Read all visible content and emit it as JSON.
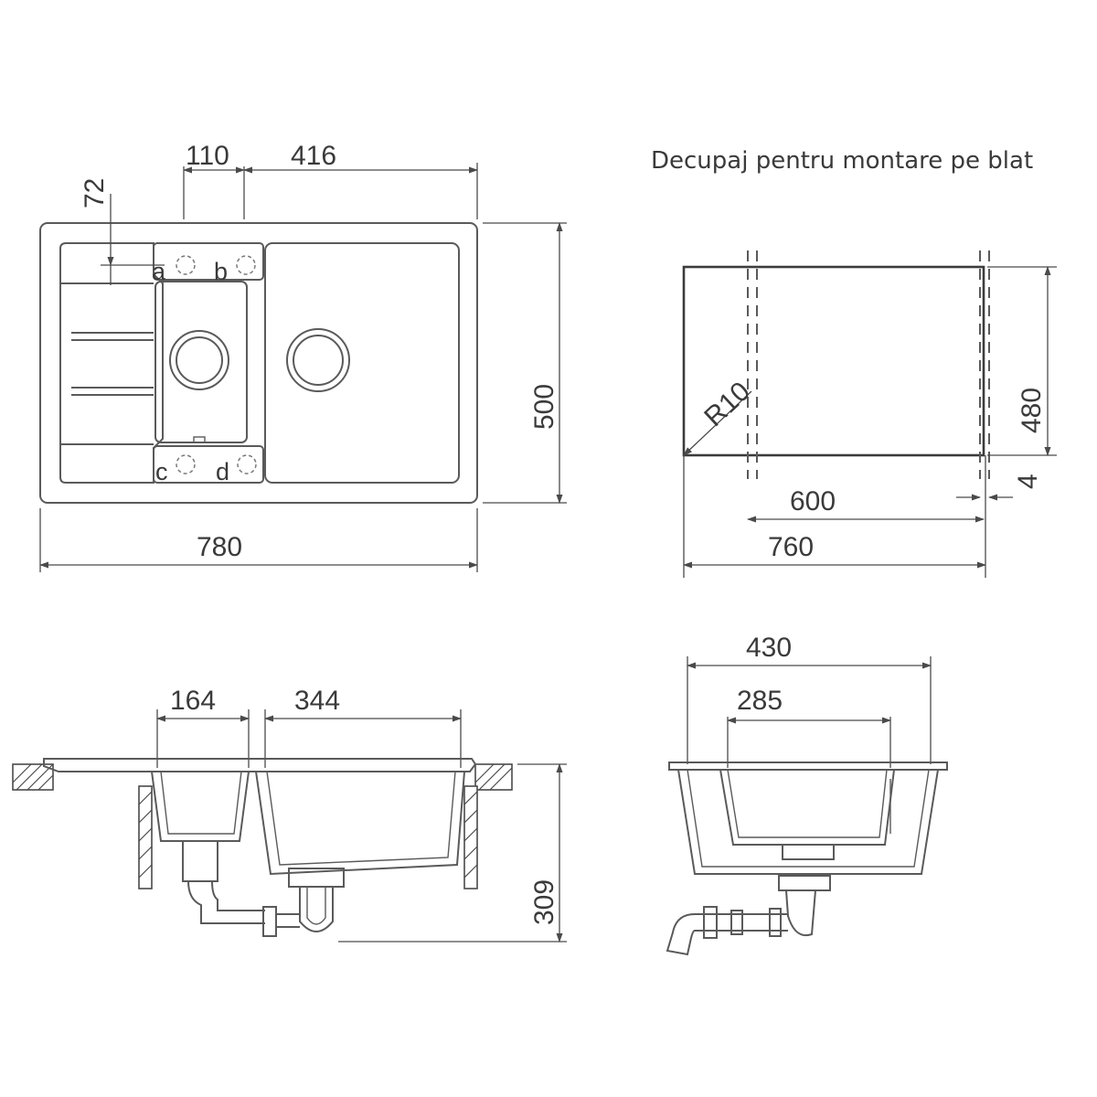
{
  "cutout": {
    "heading": "Decupaj pentru montare pe blat",
    "radius_label": "R10",
    "dim_width_inner": "600",
    "dim_width_outer": "760",
    "dim_height": "480",
    "dim_offset": "4"
  },
  "plan": {
    "dim_drainer_offset": "110",
    "dim_main_bowl": "416",
    "dim_tap_offset": "72",
    "dim_height": "500",
    "dim_width": "780",
    "tap_holes": {
      "a": "a",
      "b": "b",
      "c": "c",
      "d": "d"
    }
  },
  "front_section": {
    "dim_small_bowl": "164",
    "dim_large_bowl": "344",
    "dim_depth": "309"
  },
  "side_section": {
    "dim_outer": "430",
    "dim_inner": "285"
  },
  "colors": {
    "line": "#5a5a5a",
    "text": "#3a3a3a"
  }
}
